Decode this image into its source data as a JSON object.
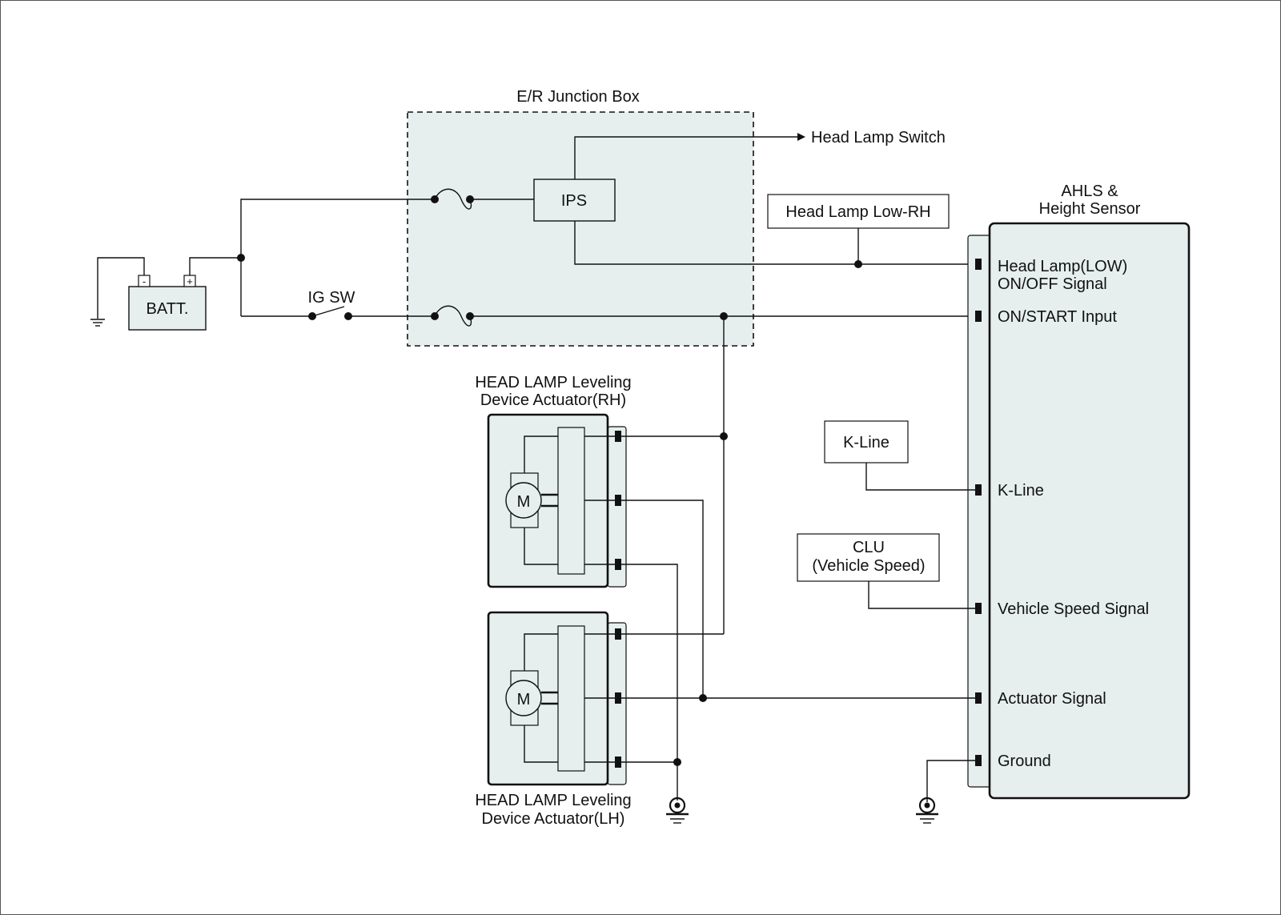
{
  "junction_box": {
    "title": "E/R Junction Box",
    "ips": "IPS"
  },
  "labels": {
    "head_lamp_switch": "Head Lamp Switch",
    "head_lamp_low_rh": "Head Lamp Low-RH",
    "batt": "BATT.",
    "batt_minus": "-",
    "batt_plus": "+",
    "ig_sw": "IG SW",
    "k_line_box": "K-Line",
    "clu_line1": "CLU",
    "clu_line2": "(Vehicle Speed)"
  },
  "ahls": {
    "title_line1": "AHLS &",
    "title_line2": "Height Sensor",
    "pins": {
      "head_lamp_line1": "Head Lamp(LOW)",
      "head_lamp_line2": "ON/OFF Signal",
      "on_start": "ON/START Input",
      "k_line": "K-Line",
      "vehicle_speed": "Vehicle Speed Signal",
      "actuator": "Actuator Signal",
      "ground": "Ground"
    }
  },
  "actuators": {
    "rh_line1": "HEAD LAMP Leveling",
    "rh_line2": "Device Actuator(RH)",
    "lh_line1": "HEAD LAMP Leveling",
    "lh_line2": "Device Actuator(LH)",
    "motor": "M"
  },
  "colors": {
    "box_fill": "#e6eeee",
    "line": "#111111"
  }
}
